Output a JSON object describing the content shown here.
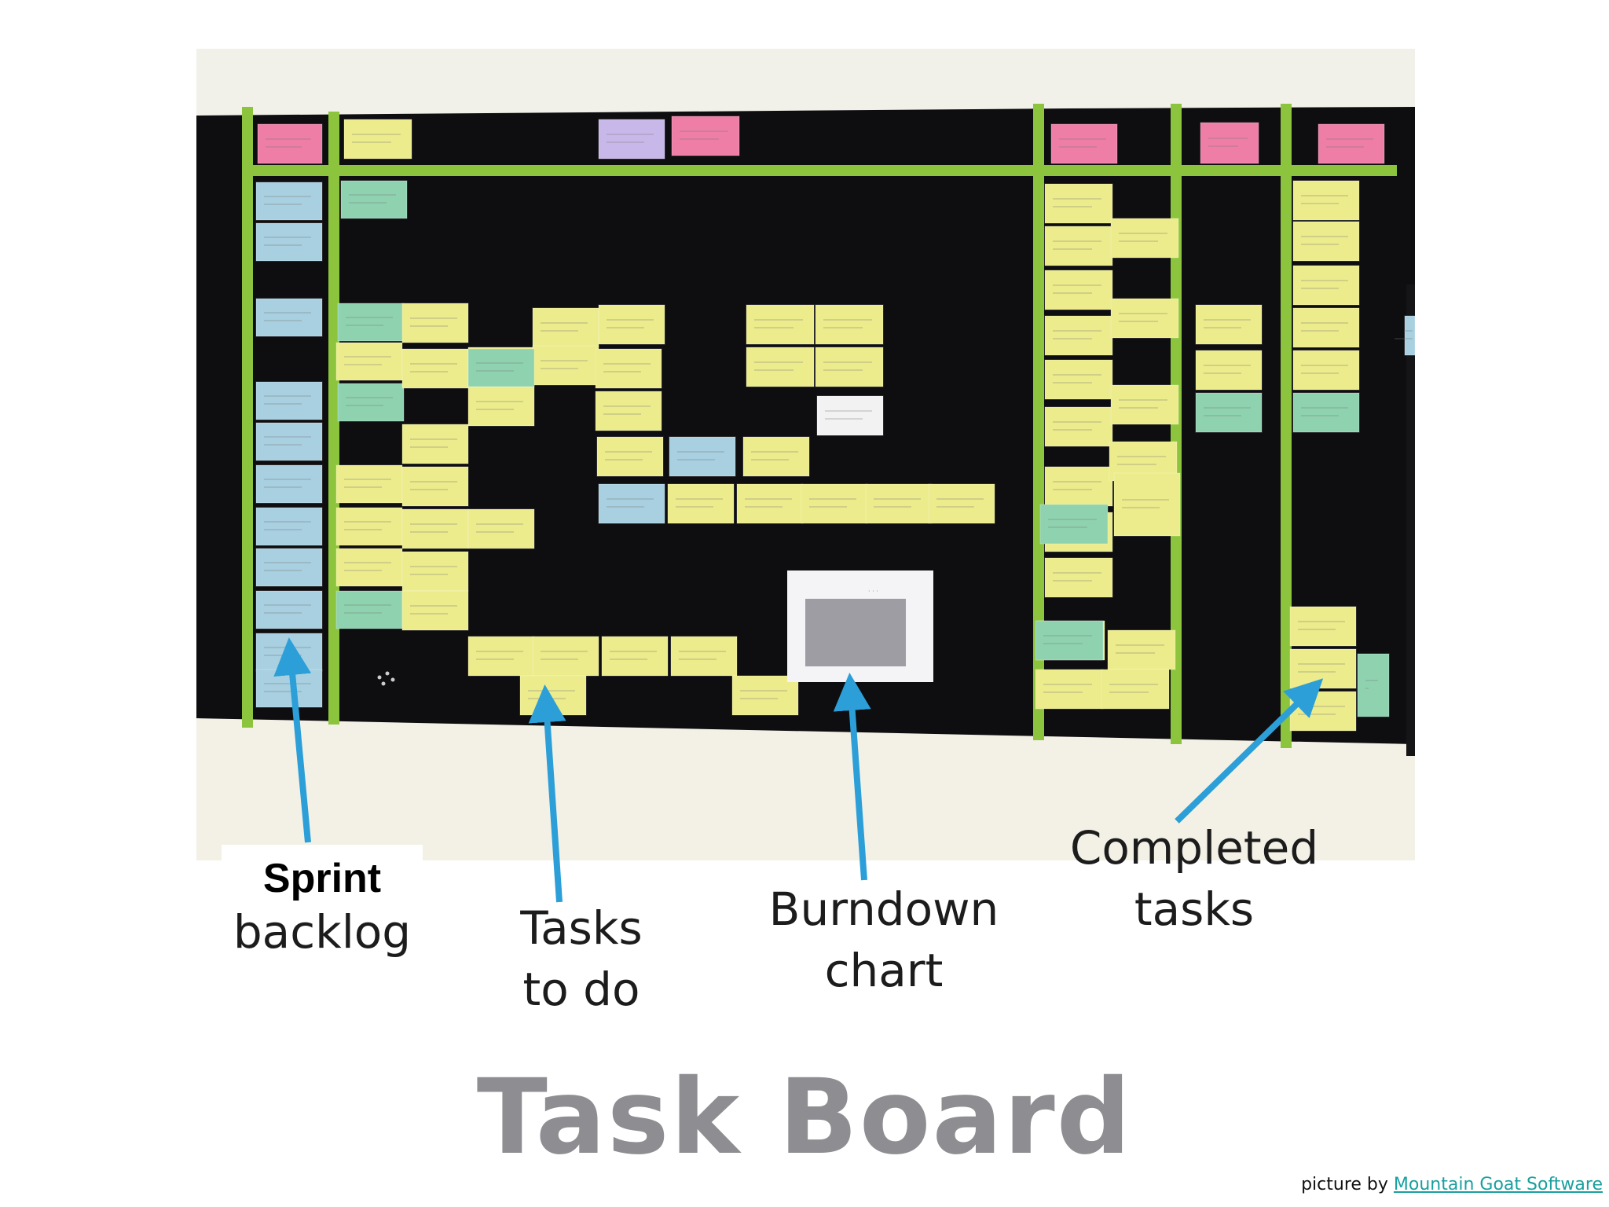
{
  "labels": {
    "sprint_backlog": [
      "Sprint",
      "backlog"
    ],
    "tasks_to_do": [
      "Tasks",
      "to do"
    ],
    "burndown_chart": [
      "Burndown",
      "chart"
    ],
    "completed_tasks": [
      "Completed",
      "tasks"
    ]
  },
  "title": "Task Board",
  "credit": {
    "prefix": "picture by",
    "link_text": "Mountain Goat Software"
  },
  "colors": {
    "board": "#0e0d10",
    "tape": "#8cc43d",
    "sticky_yellow": "#ecec8c",
    "sticky_blue": "#a8d0e0",
    "sticky_green": "#8fd2b0",
    "sticky_pink": "#ee7ea6",
    "sticky_lilac": "#c8b8ea",
    "arrow": "#2c9fd8",
    "title": "#8e8e92"
  }
}
